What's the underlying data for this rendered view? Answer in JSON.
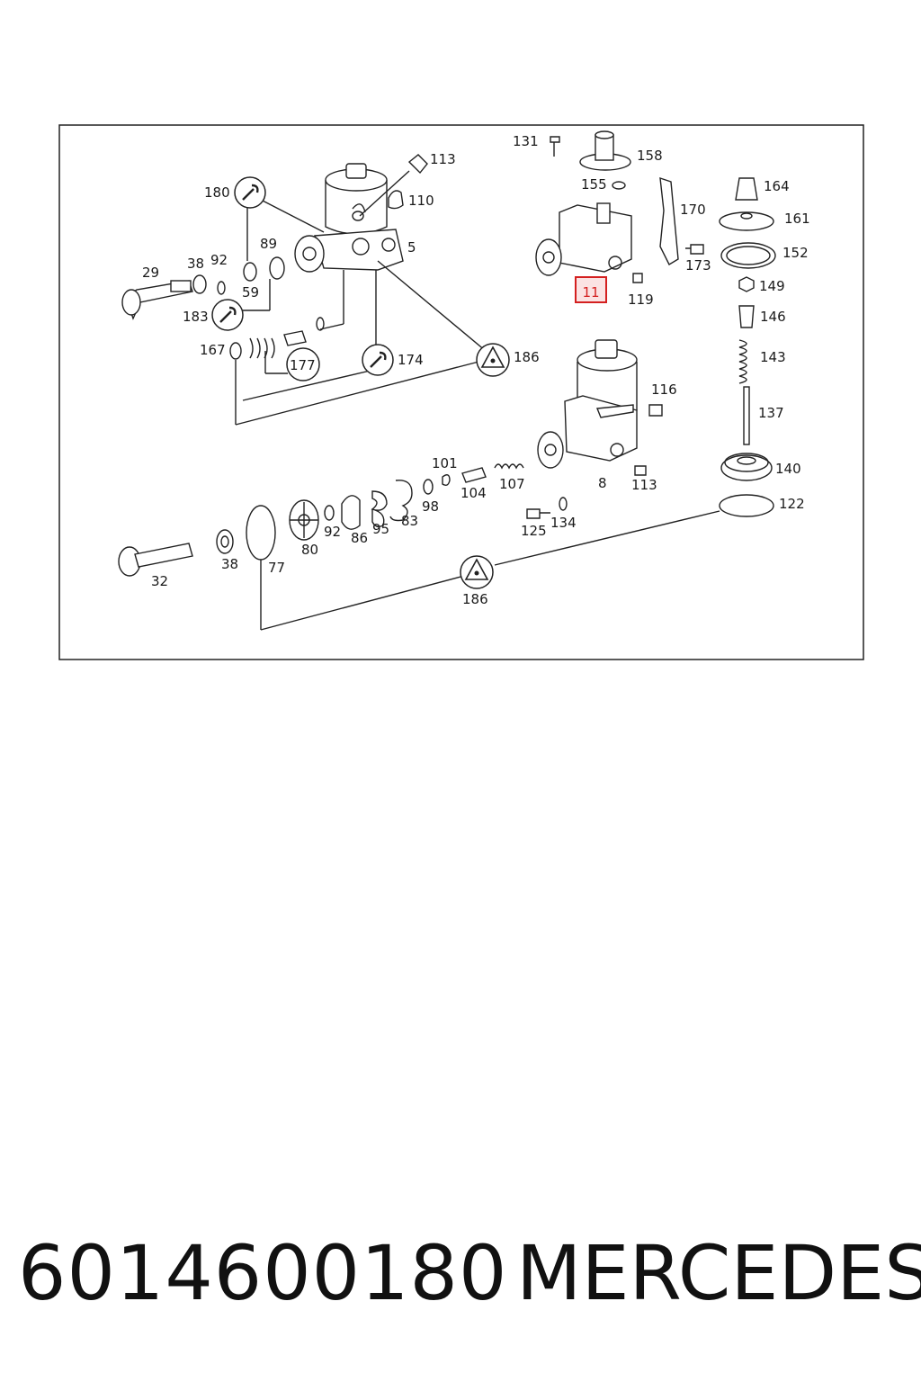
{
  "footer": {
    "part_number": "6014600180",
    "brand": "MERCEDES"
  },
  "highlight_label": "11",
  "labels": {
    "l131": "131",
    "l158": "158",
    "l113a": "113",
    "l110": "110",
    "l180": "180",
    "l155": "155",
    "l170": "170",
    "l164": "164",
    "l161": "161",
    "l5": "5",
    "l29": "29",
    "l38a": "38",
    "l92a": "92",
    "l89": "89",
    "l59": "59",
    "l183": "183",
    "l173": "173",
    "l152": "152",
    "l119": "119",
    "l149": "149",
    "l146": "146",
    "l167": "167",
    "l177": "177",
    "l174": "174",
    "l186a": "186",
    "l143": "143",
    "l116": "116",
    "l137": "137",
    "l101": "101",
    "l104": "104",
    "l107": "107",
    "l8": "8",
    "l113b": "113",
    "l140": "140",
    "l98": "98",
    "l83": "83",
    "l95": "95",
    "l86": "86",
    "l92b": "92",
    "l80": "80",
    "l125": "125",
    "l134": "134",
    "l122": "122",
    "l38b": "38",
    "l77": "77",
    "l32": "32",
    "l186b": "186"
  },
  "colors": {
    "highlight": "#d42020",
    "highlight_fill": "#fbe3e3",
    "line": "#222222"
  }
}
